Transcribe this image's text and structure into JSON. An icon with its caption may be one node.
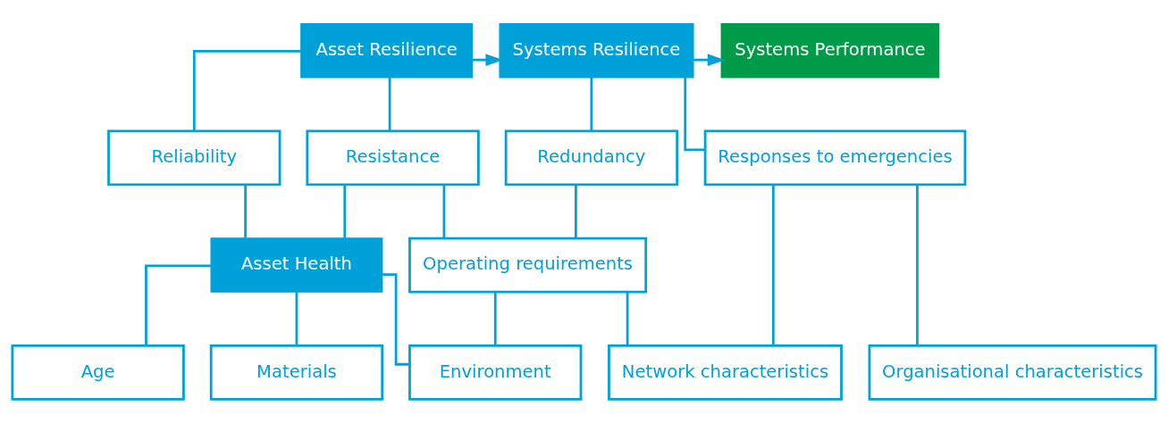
{
  "diagram": {
    "nodes": [
      {
        "text": [
          "Asset Resilience"
        ]
      },
      {
        "text": [
          "Systems Resilience"
        ]
      },
      {
        "text": [
          "Systems Performance"
        ]
      },
      {
        "text": [
          "Reliability"
        ]
      },
      {
        "text": [
          "Resistance"
        ]
      },
      {
        "text": [
          "Redundancy"
        ]
      },
      {
        "text": [
          "Responses to emergencies"
        ]
      },
      {
        "text": [
          "Asset Health"
        ]
      },
      {
        "text": [
          "Operating requirements"
        ]
      },
      {
        "text": [
          "Age"
        ]
      },
      {
        "text": [
          "Materials"
        ]
      },
      {
        "text": [
          "Environment"
        ]
      },
      {
        "text": [
          "Network characteristics"
        ]
      },
      {
        "text": [
          "Organisational characteristics"
        ]
      }
    ],
    "edges": [
      {
        "from": 0,
        "to": 1,
        "arrow": "to"
      },
      {
        "from": 1,
        "to": 2,
        "arrow": "to"
      },
      {
        "from": 0,
        "to": 3,
        "arrow": "none"
      },
      {
        "from": 0,
        "to": 4,
        "arrow": "none"
      },
      {
        "from": 1,
        "to": 5,
        "arrow": "none"
      },
      {
        "from": 1,
        "to": 6,
        "arrow": "none"
      },
      {
        "from": 3,
        "to": 7,
        "arrow": "none"
      },
      {
        "from": 4,
        "to": 7,
        "arrow": "none"
      },
      {
        "from": 4,
        "to": 8,
        "arrow": "none"
      },
      {
        "from": 5,
        "to": 8,
        "arrow": "none"
      },
      {
        "from": 6,
        "to": 12,
        "arrow": "none"
      },
      {
        "from": 6,
        "to": 13,
        "arrow": "none"
      },
      {
        "from": 7,
        "to": 9,
        "arrow": "none"
      },
      {
        "from": 7,
        "to": 10,
        "arrow": "none"
      },
      {
        "from": 7,
        "to": 11,
        "arrow": "none"
      },
      {
        "from": 8,
        "to": 11,
        "arrow": "none"
      },
      {
        "from": 8,
        "to": 12,
        "arrow": "none"
      }
    ]
  }
}
